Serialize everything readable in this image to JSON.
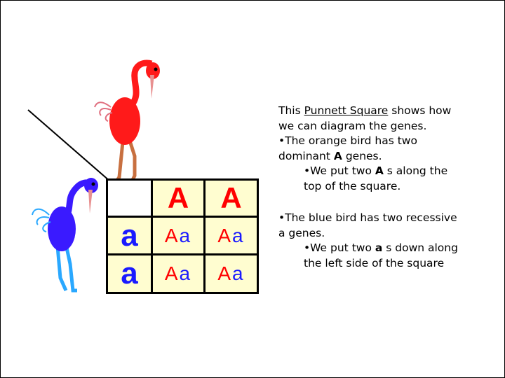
{
  "punnett": {
    "top_alleles": [
      "A",
      "A"
    ],
    "left_alleles": [
      "a",
      "a"
    ],
    "cells": [
      [
        {
          "dom": "A",
          "rec": "a"
        },
        {
          "dom": "A",
          "rec": "a"
        }
      ],
      [
        {
          "dom": "A",
          "rec": "a"
        },
        {
          "dom": "A",
          "rec": "a"
        }
      ]
    ]
  },
  "text1": {
    "line1_pre": "This ",
    "line1_link": "Punnett Square",
    "line1_post": " shows how",
    "line2": "we can diagram the genes.",
    "line3": "•The orange bird has two",
    "line4_pre": "dominant ",
    "line4_bold": "A",
    "line4_post": " genes.",
    "line5_pre": "•We put two ",
    "line5_bold": "A",
    "line5_post": " s along the",
    "line6": "top of the square."
  },
  "text2": {
    "line1": "•The blue bird has two recessive",
    "line2": "a genes.",
    "line3_pre": "•We put two ",
    "line3_bold": "a",
    "line3_post": " s down along",
    "line4": "the left side of the square"
  },
  "colors": {
    "red_bird": "#ff1a1a",
    "blue_bird": "#3a1aff",
    "cell_fill": "#fffdd0",
    "dominant": "#ff0000",
    "recessive": "#1a1aff"
  }
}
